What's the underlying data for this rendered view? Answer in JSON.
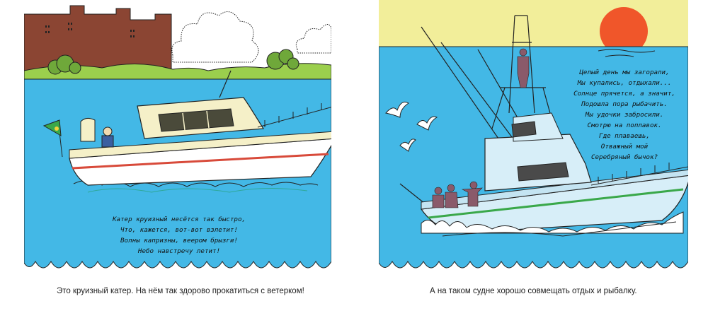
{
  "left_page": {
    "poem": [
      "Катер круизный несётся так быстро,",
      "Что, кажется, вот-вот взлетит!",
      "Волны капризны, веером брызги!",
      "Небо навстречу летит!"
    ],
    "caption": "Это круизный катер. На нём так здорово прокатиться с ветерком!"
  },
  "right_page": {
    "poem": [
      "Целый день мы загорали,",
      "Мы купались, отдыхали...",
      "Солнце прячется, а значит,",
      "Подошла пора рыбачить.",
      "Мы удочки забросили.",
      "Смотрю на поплавок.",
      "Где плаваешь,",
      "Отважный мой",
      "Серебряный бычок?"
    ],
    "caption": "А на таком судне хорошо совмещать отдых и рыбалку."
  },
  "colors": {
    "water": "#43b8e6",
    "sky_left": "#ffffff",
    "sky_right": "#f2ee9a",
    "sun": "#f0562a",
    "building": "#8b4533",
    "grass": "#9bcf4d",
    "boat_hull": "#ffffff",
    "boat_cabin": "#f5f0c8",
    "stripe_red": "#d84a3a",
    "stripe_green": "#3aa84a",
    "wave_teal": "#2fa89a"
  }
}
